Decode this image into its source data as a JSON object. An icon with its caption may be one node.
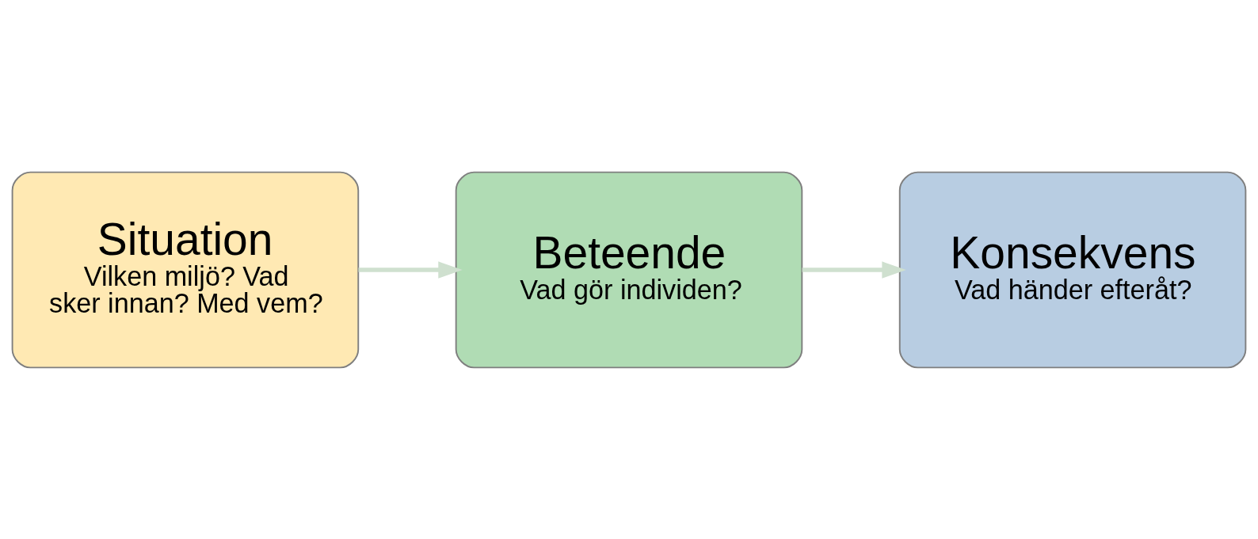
{
  "diagram": {
    "nodes": [
      {
        "text": [
          "Situation",
          "Vilken miljö? Vad sker innan? Med vem?"
        ]
      },
      {
        "text": [
          "Beteende",
          "Vad gör individen?"
        ]
      },
      {
        "text": [
          "Konsekvens",
          "Vad händer efteråt?"
        ]
      }
    ],
    "edges": [
      {
        "from": 0,
        "to": 1,
        "arrow": "to",
        "color": "#cfe0cf"
      },
      {
        "from": 1,
        "to": 2,
        "arrow": "to",
        "color": "#cfe0cf"
      }
    ]
  }
}
